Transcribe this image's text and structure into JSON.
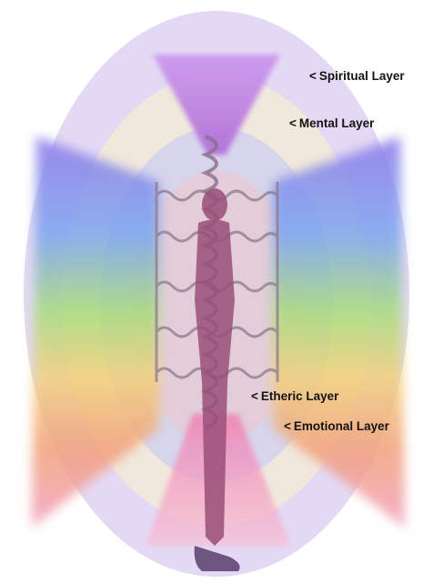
{
  "labels": {
    "spiritual": "Spiritual Layer",
    "mental": "Mental Layer",
    "etheric": "Etheric Layer",
    "emotional": "Emotional Layer"
  },
  "arrow_glyph": "<",
  "colors": {
    "outer_aura": "#e4d9f4",
    "mental_band": "#f4ecd8",
    "emotional_band": "#dcd8ef",
    "etheric_core": "#e6cfdc",
    "violet": "#9a6fe0",
    "blue": "#7a8ef0",
    "green": "#a8dc7a",
    "yellow": "#f4d07a",
    "orange": "#f2a07a",
    "red_pink": "#f28fae",
    "figure": "#9a4f78",
    "coil": "#8a6f8a"
  }
}
